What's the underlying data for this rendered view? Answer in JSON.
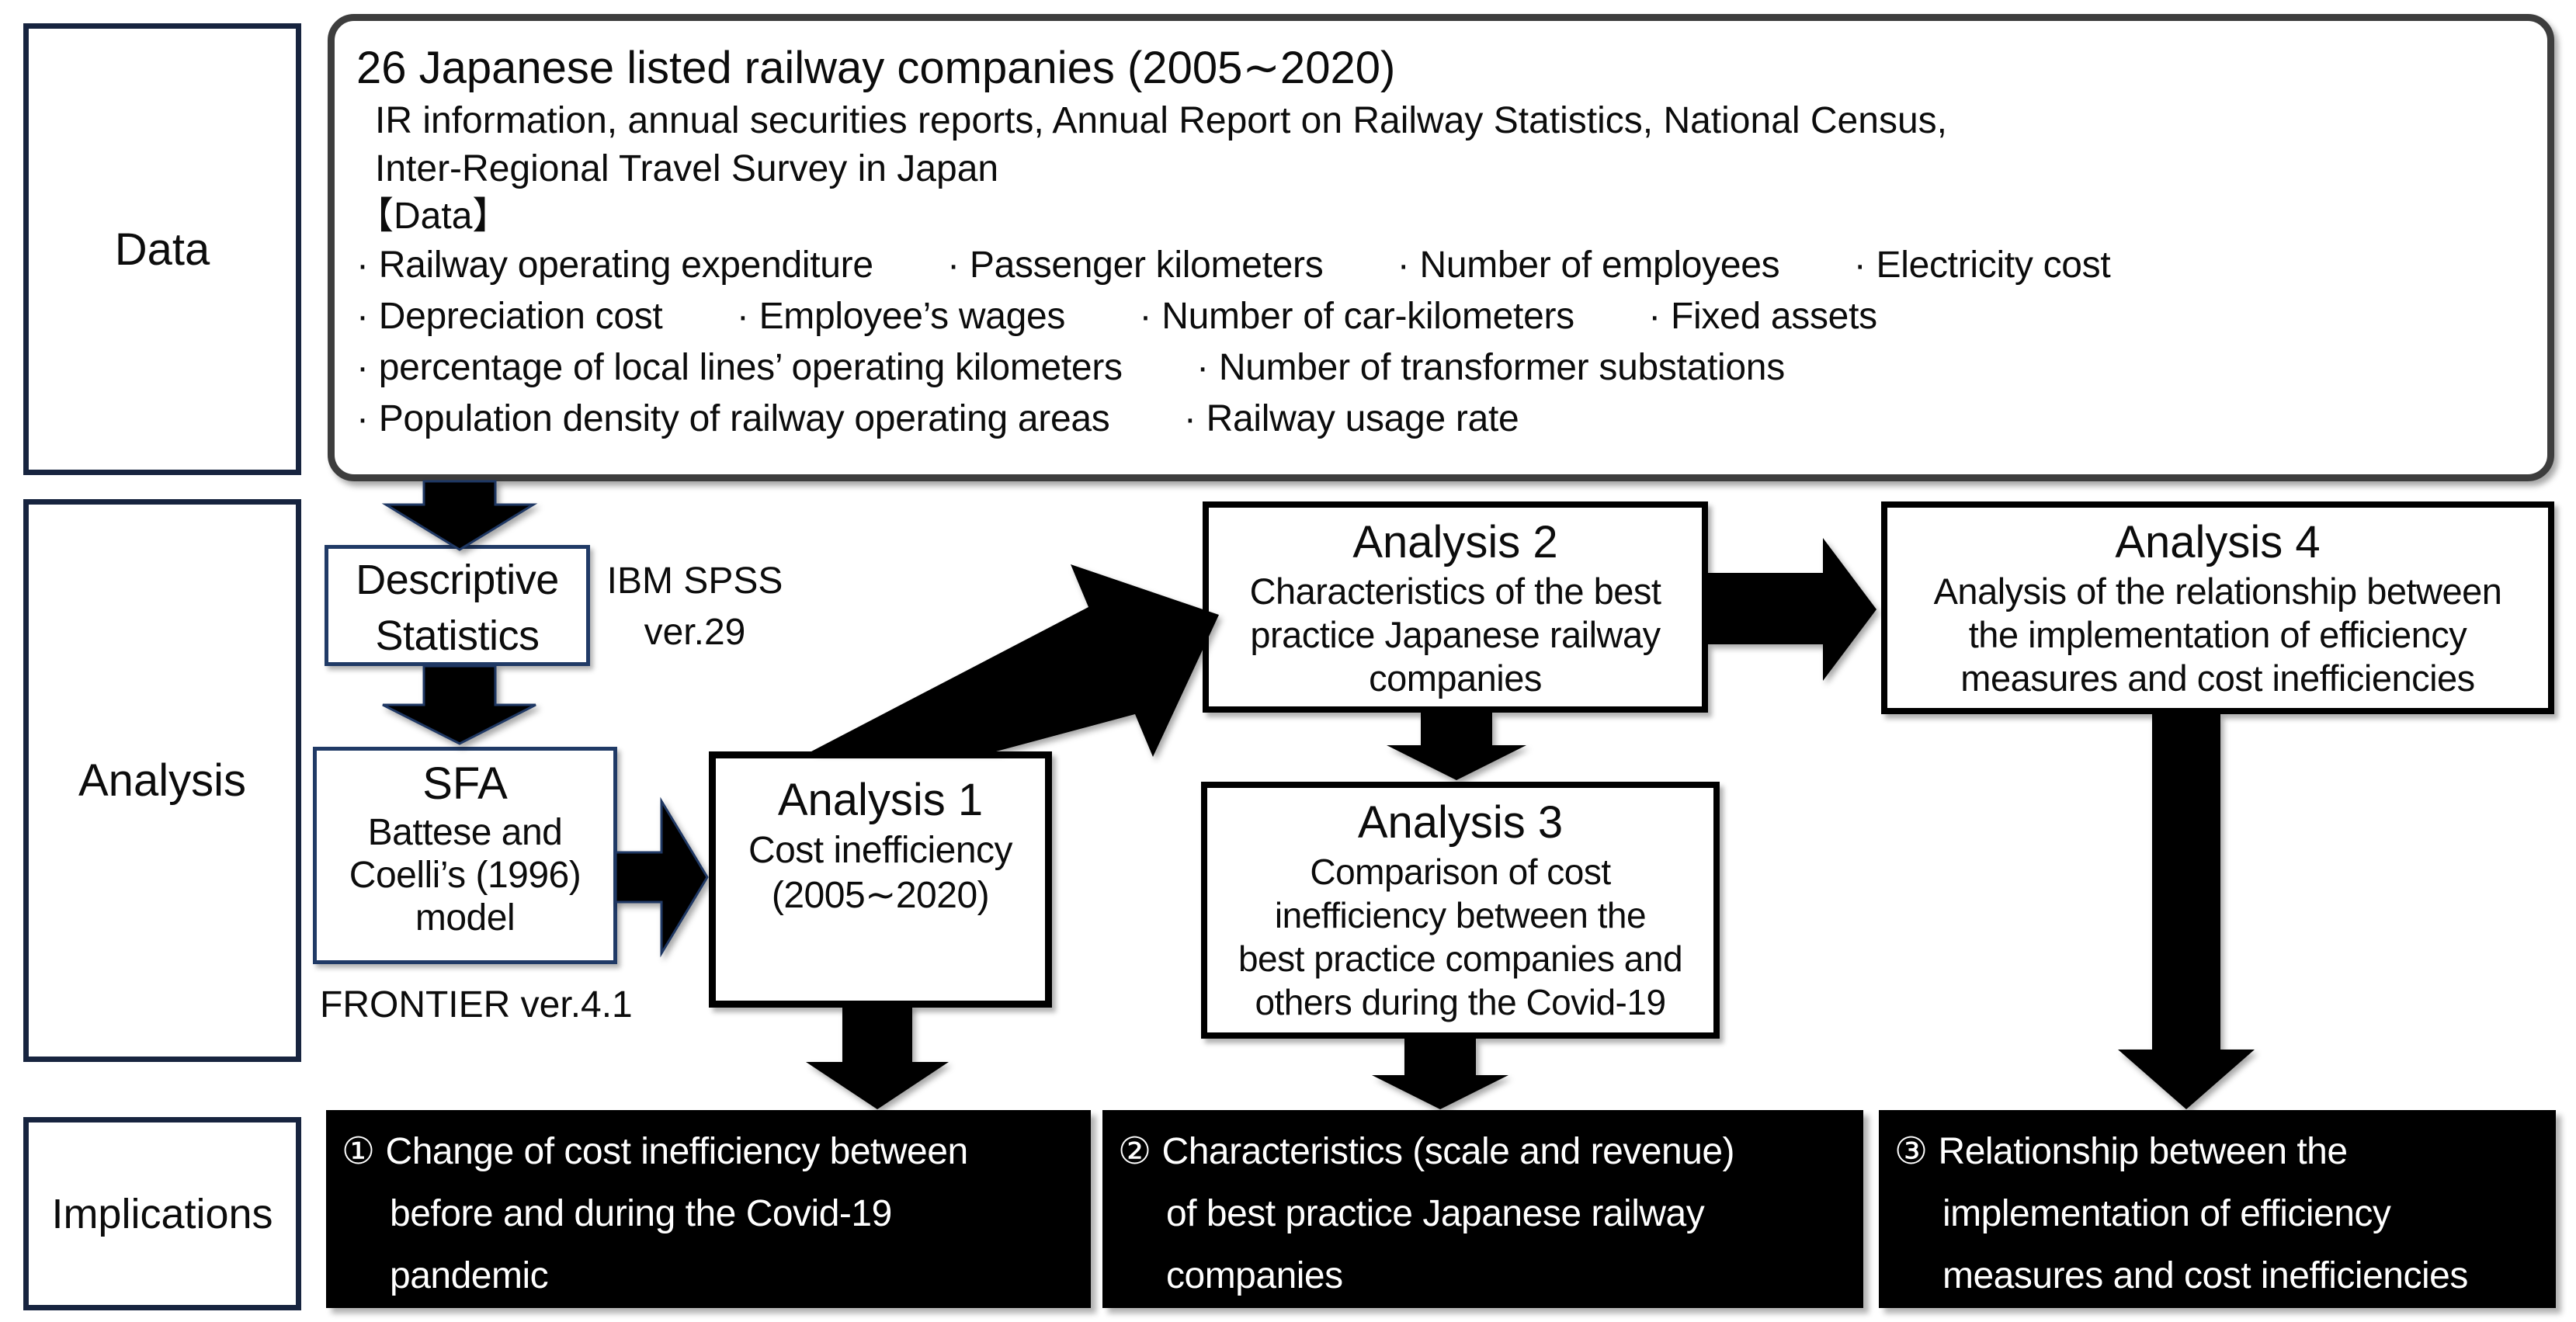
{
  "colors": {
    "navy_border": "#17243f",
    "flow_box_border": "#203a66",
    "databox_border": "#3d3d3d",
    "arrow_fill": "#000000",
    "implication_bg": "#000000",
    "implication_text": "#ffffff"
  },
  "row_labels": {
    "data": "Data",
    "analysis": "Analysis",
    "implications": "Implications"
  },
  "data_box": {
    "title": "26 Japanese listed railway companies (2005∼2020)",
    "source_lines": [
      "IR information, annual securities reports, Annual Report on Railway Statistics, National Census,",
      "Inter-Regional Travel Survey in Japan"
    ],
    "section_label": "【Data】",
    "bullet_lines": [
      "· Railway operating expenditure  · Passenger kilometers  · Number of employees  · Electricity cost",
      "· Depreciation cost  · Employee’s wages  · Number of car-kilometers  · Fixed assets",
      "· percentage of local lines’ operating kilometers  · Number of transformer substations",
      "· Population density of railway operating areas  · Railway usage rate"
    ]
  },
  "flow": {
    "descriptive": {
      "lines": [
        "Descriptive",
        "Statistics"
      ]
    },
    "spss_note": {
      "lines": [
        "IBM SPSS",
        "ver.29"
      ]
    },
    "sfa": {
      "title": "SFA",
      "body_lines": [
        "Battese and",
        "Coelli’s (1996)",
        "model"
      ]
    },
    "frontier_note": "FRONTIER ver.4.1",
    "analysis1": {
      "title": "Analysis 1",
      "body_lines": [
        "Cost inefficiency",
        "(2005∼2020)"
      ]
    },
    "analysis2": {
      "title": "Analysis 2",
      "body_lines": [
        "Characteristics of the best",
        "practice Japanese railway",
        "companies"
      ]
    },
    "analysis3": {
      "title": "Analysis 3",
      "body_lines": [
        "Comparison of cost",
        "inefficiency between the",
        "best practice companies and",
        "others during the Covid-19"
      ]
    },
    "analysis4": {
      "title": "Analysis 4",
      "body_lines": [
        "Analysis of the relationship between",
        "the implementation of efficiency",
        "measures and cost inefficiencies"
      ]
    }
  },
  "implications": [
    {
      "marker": "①",
      "lines": [
        "Change of cost inefficiency between",
        "before and during the Covid-19",
        "pandemic"
      ]
    },
    {
      "marker": "②",
      "lines": [
        "Characteristics (scale and revenue)",
        "of best practice Japanese railway",
        "companies"
      ]
    },
    {
      "marker": "③",
      "lines": [
        "Relationship between the",
        "implementation of efficiency",
        "measures and cost inefficiencies"
      ]
    }
  ]
}
